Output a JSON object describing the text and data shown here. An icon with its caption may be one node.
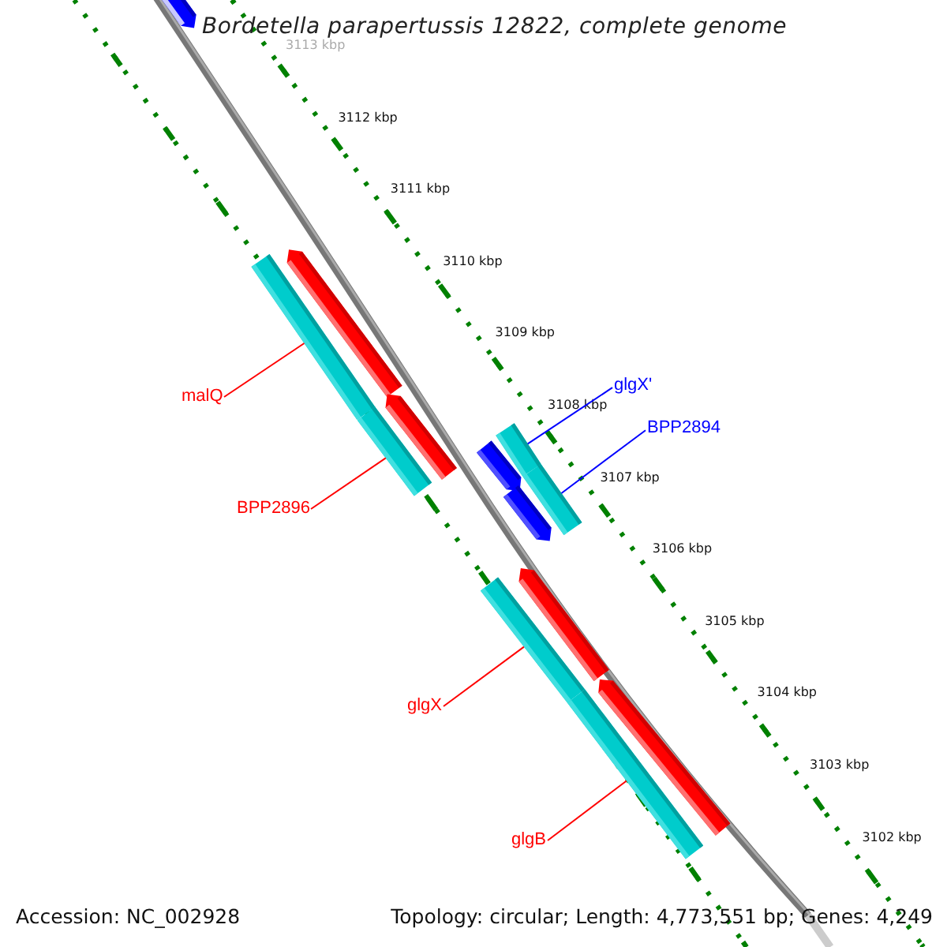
{
  "diagram": {
    "title": "Bordetella parapertussis 12822, complete genome",
    "nodes": [
      {
        "text": [
          "glgX'"
        ]
      },
      {
        "text": [
          "BPP2894"
        ]
      },
      {
        "text": [
          "malQ"
        ]
      },
      {
        "text": [
          "BPP2896"
        ]
      },
      {
        "text": [
          "glgX"
        ]
      },
      {
        "text": [
          "glgB"
        ]
      },
      {
        "text": [],
        "shape": "bar"
      },
      {
        "text": [],
        "shape": "bar"
      },
      {
        "text": [],
        "shape": "bar"
      },
      {
        "text": [],
        "shape": "bar"
      },
      {
        "text": [],
        "shape": "bar"
      },
      {
        "text": [],
        "shape": "bar"
      }
    ],
    "edges": [
      {
        "from": 0,
        "to": 8,
        "arrow": "none",
        "color": "#0000ff"
      },
      {
        "from": 1,
        "to": 9,
        "arrow": "none",
        "color": "#0000ff"
      },
      {
        "from": 2,
        "to": 6,
        "arrow": "none"
      },
      {
        "from": 3,
        "to": 7,
        "arrow": "none"
      },
      {
        "from": 4,
        "to": 10,
        "arrow": "none"
      },
      {
        "from": 5,
        "to": 11,
        "arrow": "none"
      }
    ],
    "labels": [
      "3113 kbp",
      "3112 kbp",
      "3111 kbp",
      "3110 kbp",
      "3109 kbp",
      "3108 kbp",
      "3107 kbp",
      "3106 kbp",
      "3105 kbp",
      "3104 kbp",
      "3103 kbp",
      "3102 kbp",
      "Accession: NC_002928",
      "Topology: circular; Length: 4,773,551 bp; Genes: 4,249"
    ]
  }
}
